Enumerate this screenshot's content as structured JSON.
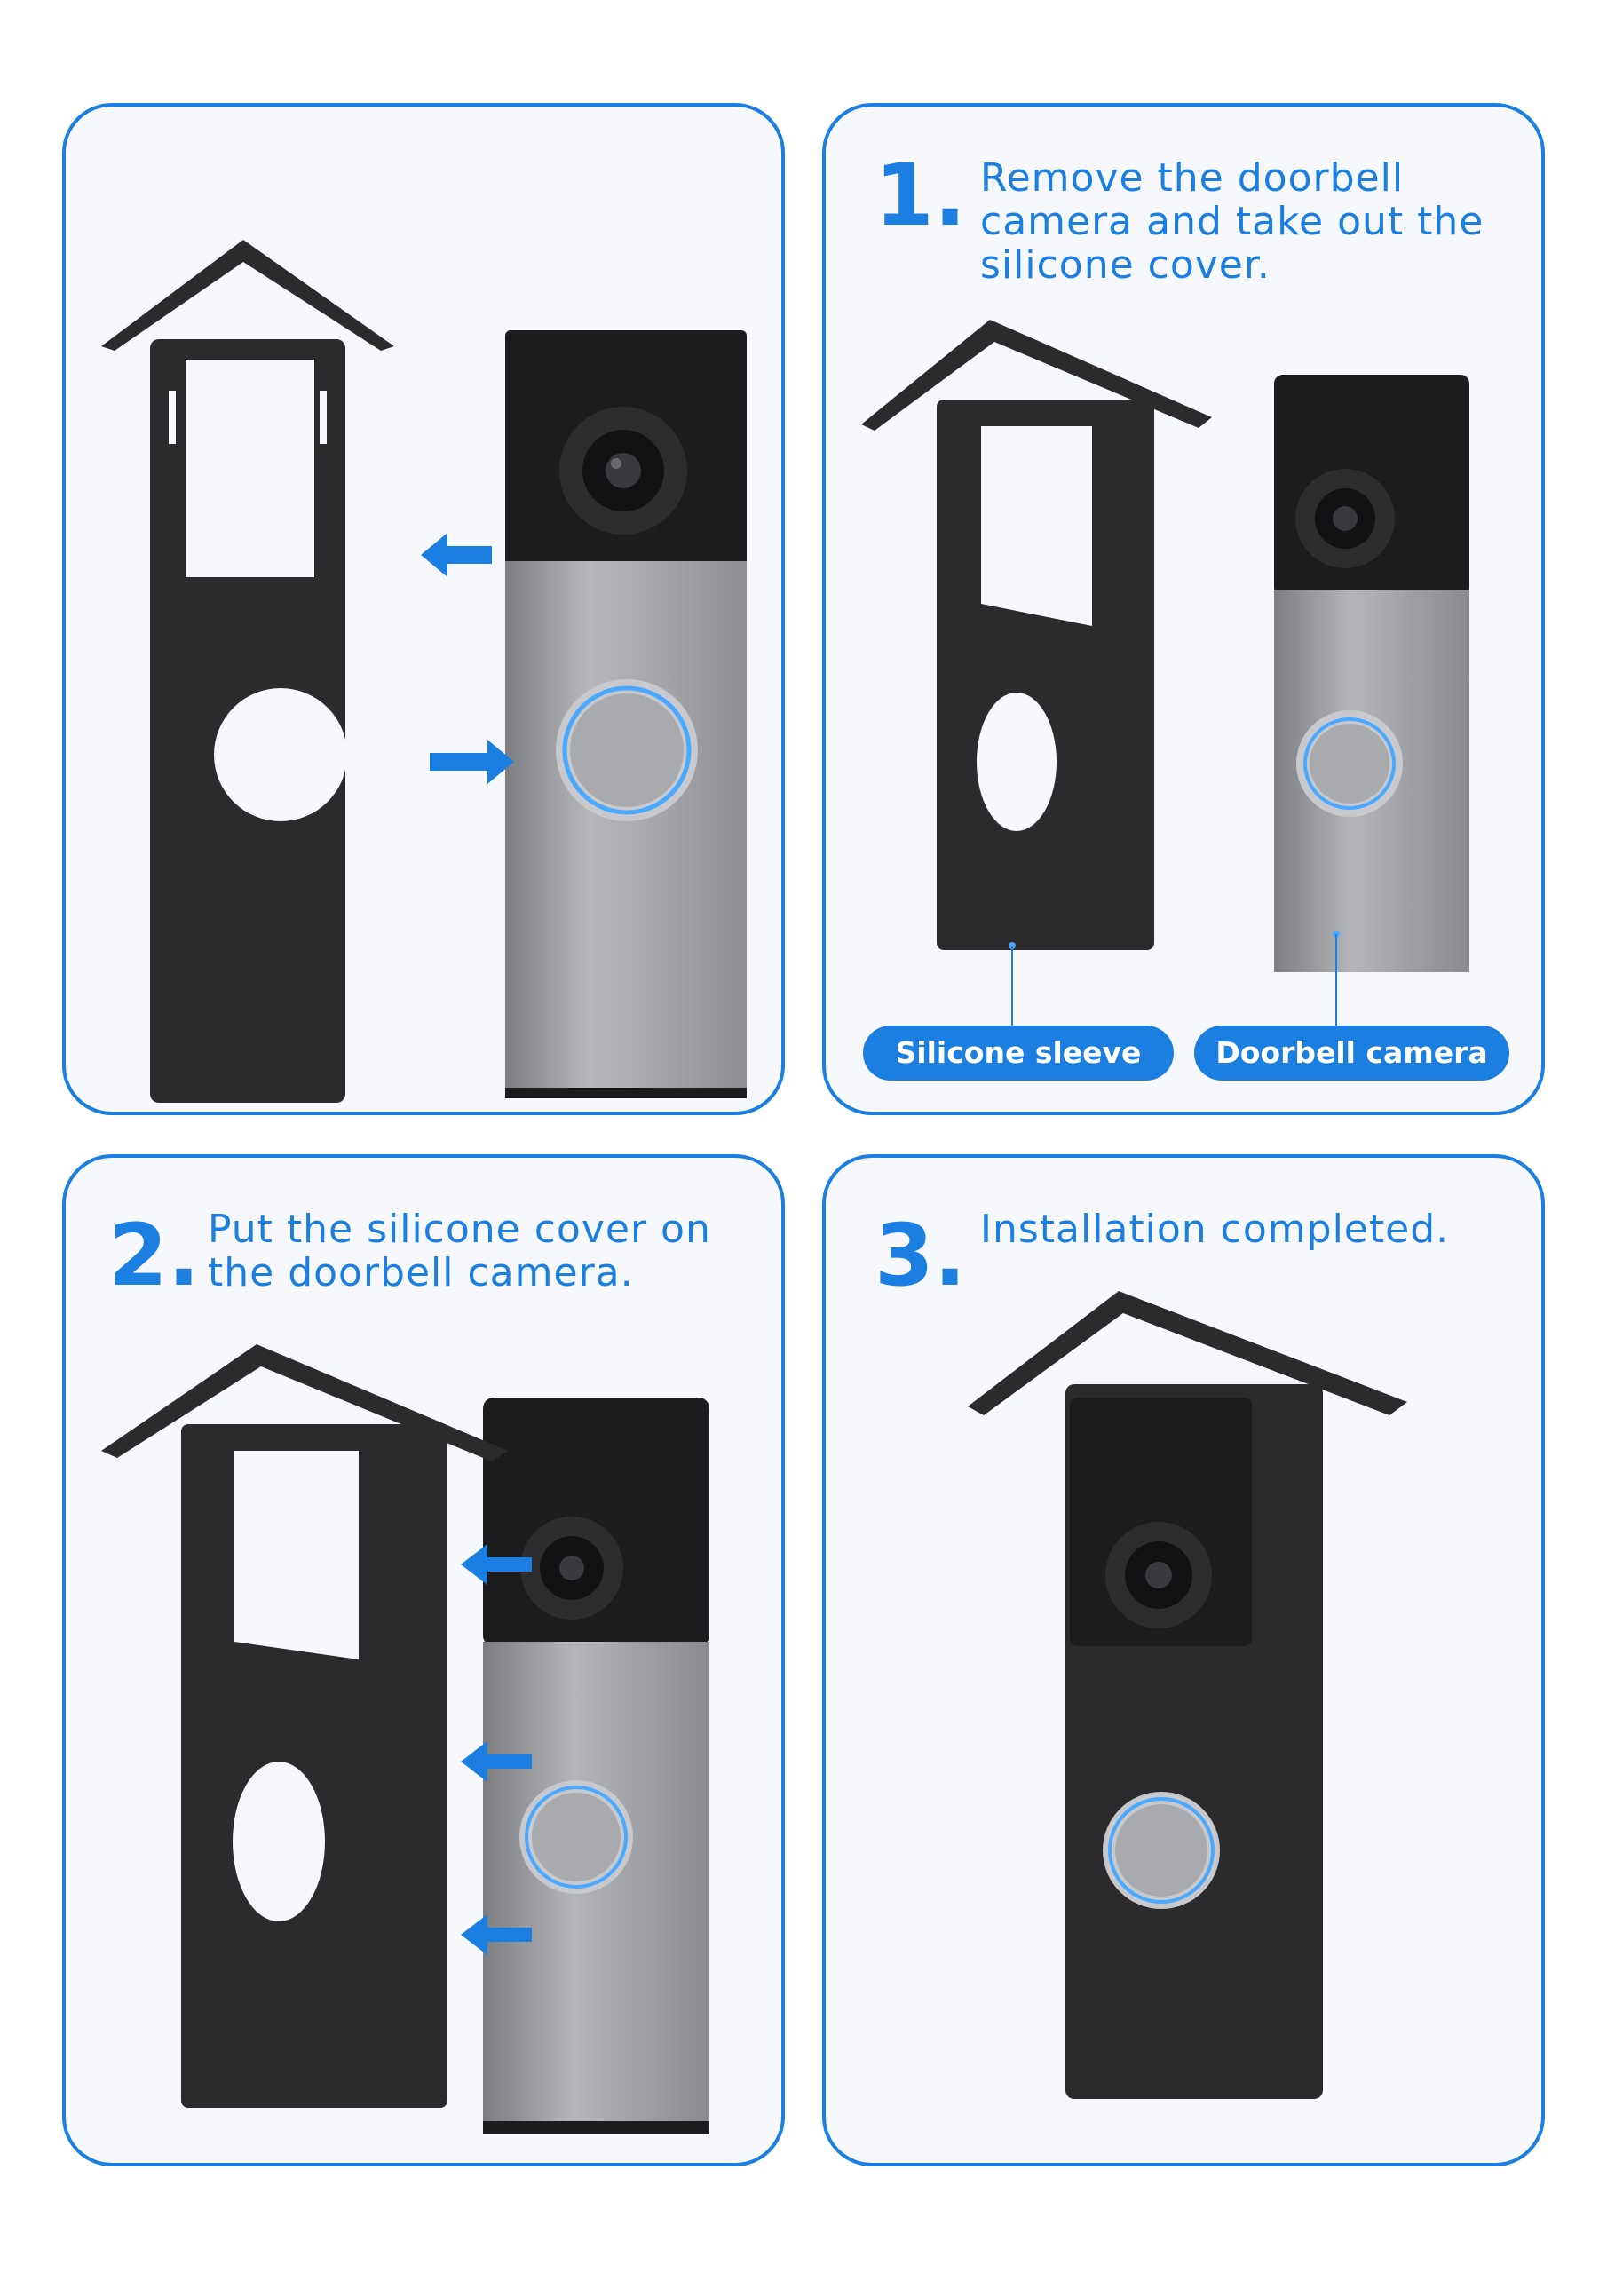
{
  "colors": {
    "accent": "#1a7fe0",
    "panel_bg": "#f7f8fb",
    "sleeve": "#2b2b2e",
    "camera_top": "#1c1c1e",
    "camera_body": "#9a9b9f",
    "ring": "#49a8ff"
  },
  "panels": [
    {
      "step_number": "",
      "step_text": []
    },
    {
      "step_number": "1.",
      "step_text": [
        "Remove the doorbell",
        "camera and take out the",
        "silicone cover."
      ],
      "labels": [
        "Silicone sleeve",
        "Doorbell camera"
      ]
    },
    {
      "step_number": "2.",
      "step_text": [
        "Put the silicone cover on",
        "the doorbell camera."
      ]
    },
    {
      "step_number": "3.",
      "step_text": [
        "Installation completed."
      ]
    }
  ],
  "icons": {
    "arrow": "arrow-icon",
    "camera_lens": "camera-lens-icon",
    "doorbell_button": "doorbell-button-icon"
  }
}
